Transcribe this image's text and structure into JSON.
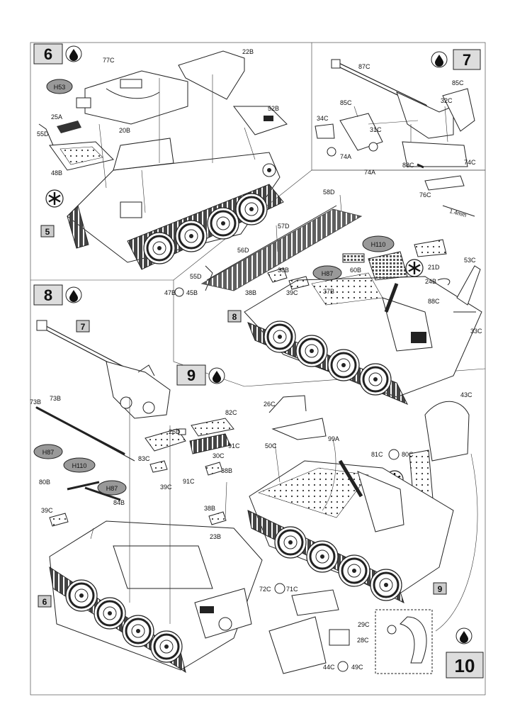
{
  "steps": {
    "s6": {
      "num": "6"
    },
    "s7": {
      "num": "7"
    },
    "s8": {
      "num": "8"
    },
    "s9": {
      "num": "9"
    },
    "s10": {
      "num": "10"
    },
    "ref5": "5",
    "ref8": "8",
    "ref9": "9",
    "ref7": "7",
    "ref6": "6"
  },
  "paints": {
    "h53": "H53",
    "h110a": "H110",
    "h87a": "H87",
    "h87b": "H87",
    "h110b": "H110",
    "h87c": "H87"
  },
  "parts": {
    "p77C": "77C",
    "p22B": "22B",
    "p52B": "52B",
    "p25A": "25A",
    "p20B": "20B",
    "p55Da": "55D",
    "p48B": "48B",
    "p87C": "87C",
    "p85Ca": "85C",
    "p32C": "32C",
    "p85Cb": "85C",
    "p34C": "34C",
    "p31C": "31C",
    "p74Aa": "74A",
    "p74Ab": "74A",
    "p88Ca": "88C",
    "p74C": "74C",
    "p76C": "76C",
    "dim": "1.4mm",
    "p58D": "58D",
    "p57D": "57D",
    "p56D": "56D",
    "p55Db": "55D",
    "p47B": "47B",
    "p45B": "45B",
    "p38Ba": "38B",
    "p38Bb": "38B",
    "p39Ca": "39C",
    "p37B": "37B",
    "p60B": "60B",
    "p21D": "21D",
    "p53C": "53C",
    "p24B": "24B",
    "p88Cb": "88C",
    "p33C": "33C",
    "p73Ba": "73B",
    "p73Bb": "73B",
    "p26D": "26D",
    "p82C": "82C",
    "p91Ca": "91C",
    "p30C": "30C",
    "p83C": "83C",
    "p39Cb": "39C",
    "p91Cb": "91C",
    "p38Bc": "38B",
    "p80B": "80B",
    "p84B": "84B",
    "p39Cc": "39C",
    "p38Bd": "38B",
    "p23B": "23B",
    "p26C": "26C",
    "p50C": "50C",
    "p99A": "99A",
    "p43C": "43C",
    "p81C": "81C",
    "p80C": "80C",
    "p72C": "72C",
    "p71C": "71C",
    "p29C": "29C",
    "p28C": "28C",
    "p44C": "44C",
    "p49C": "49C"
  }
}
